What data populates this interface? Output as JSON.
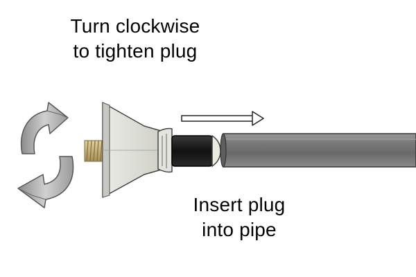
{
  "labels": {
    "turn_line1": "Turn clockwise",
    "turn_line2": "to tighten plug",
    "insert_line1": "Insert plug",
    "insert_line2": "into pipe"
  },
  "icons": {
    "rotation": "clockwise-rotate-arrows-icon",
    "direction": "right-arrow-icon"
  },
  "colors": {
    "cone": "#dcdcd6",
    "rubber_seal": "#1e1e1e",
    "pipe": "#777777",
    "thread": "#c9b27a",
    "arrow": "#a8a8a8"
  }
}
